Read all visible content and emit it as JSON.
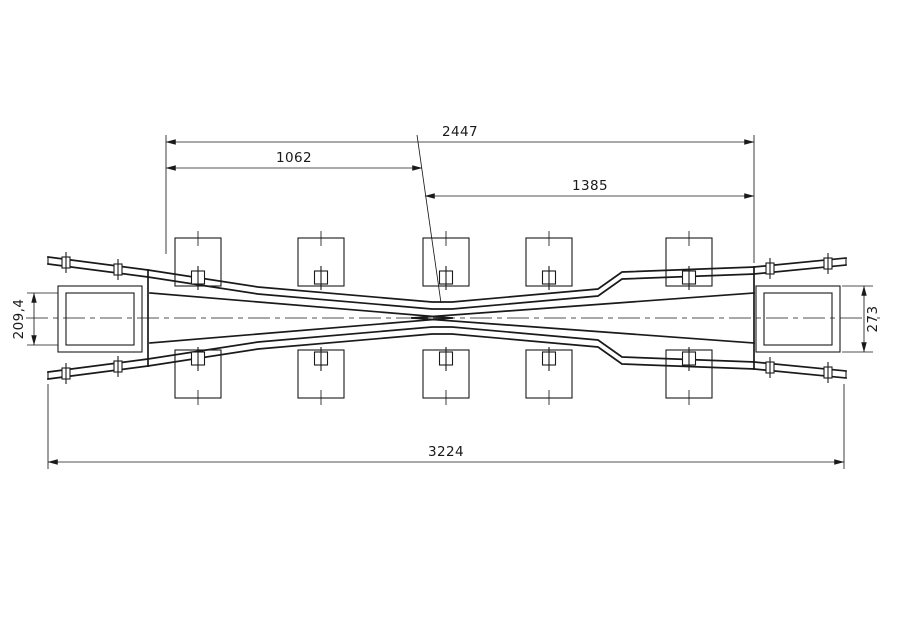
{
  "dimensions": {
    "segment_left": {
      "label": "1062"
    },
    "overall_top": {
      "label": "2447"
    },
    "segment_right": {
      "label": "1385"
    },
    "overall_length": {
      "label": "3224"
    },
    "left_end_height": {
      "label": "209,4"
    },
    "right_end_height": {
      "label": "273"
    }
  },
  "colors": {
    "ink": "#1a1a1a",
    "paper": "#ffffff"
  }
}
